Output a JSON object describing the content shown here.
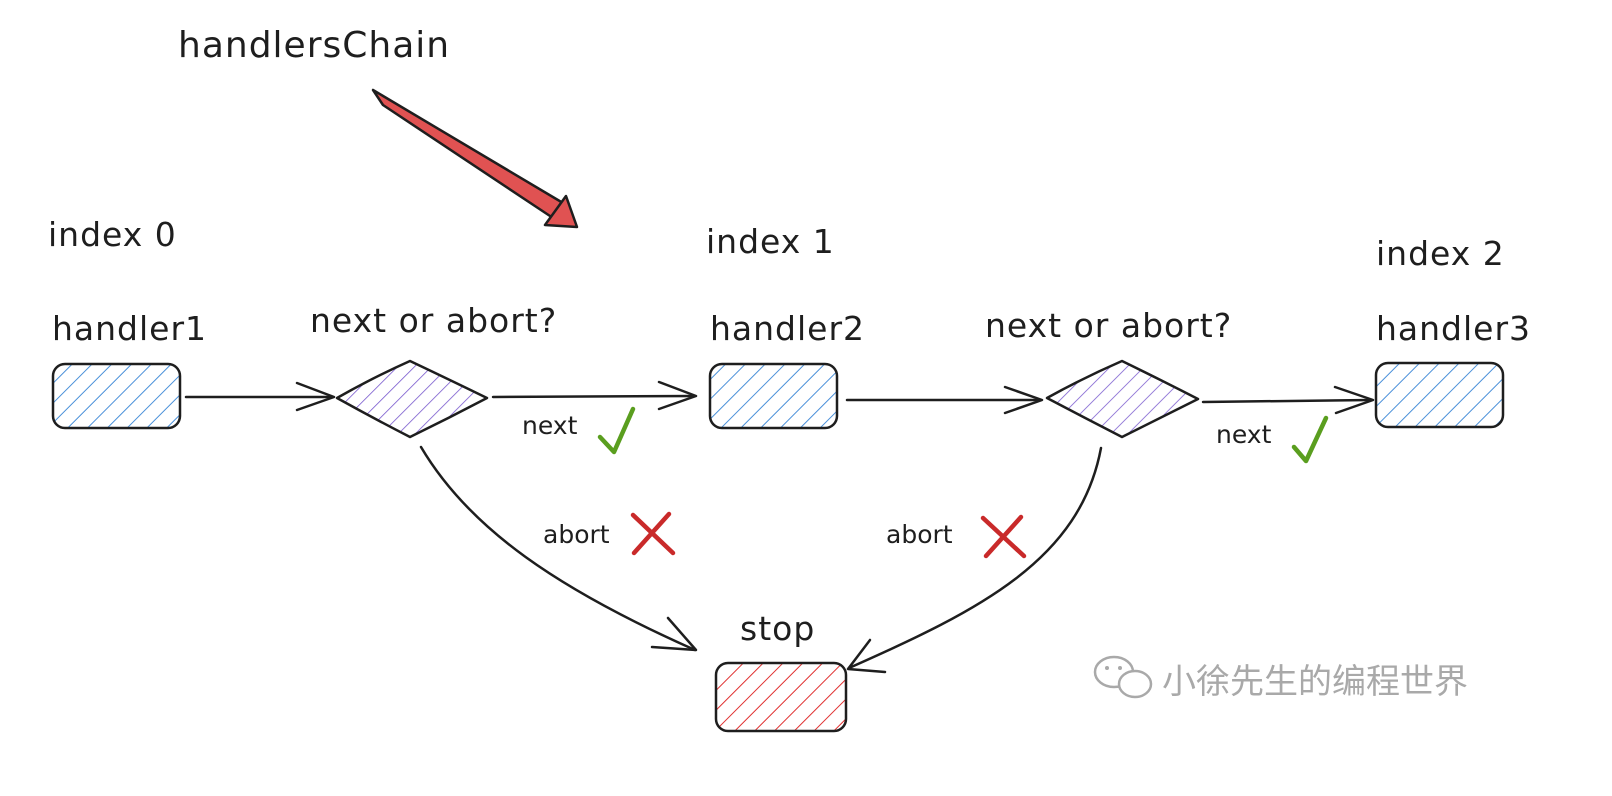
{
  "title": "handlersChain",
  "nodes": {
    "h1": {
      "index": "index 0",
      "label": "handler1"
    },
    "h2": {
      "index": "index 1",
      "label": "handler2"
    },
    "h3": {
      "index": "index 2",
      "label": "handler3"
    },
    "d1": {
      "label": "next or abort?"
    },
    "d2": {
      "label": "next or abort?"
    },
    "stop": {
      "label": "stop"
    }
  },
  "edges": {
    "next_1": "next",
    "next_2": "next",
    "abort_1": "abort",
    "abort_2": "abort"
  },
  "watermark": "小徐先生的编程世界",
  "colors": {
    "handler": "#4a90d9",
    "decision": "#7b5ccf",
    "stop": "#e03131",
    "arrow_red": "#e05252",
    "check": "#5a9e1f",
    "cross": "#c92a2a",
    "stroke": "#1e1e1e"
  }
}
